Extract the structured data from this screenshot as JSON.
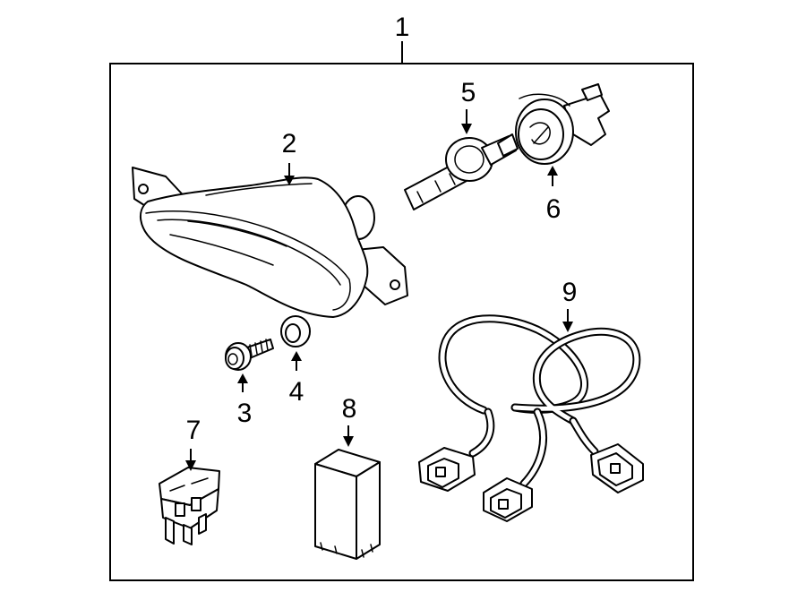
{
  "callouts": {
    "assembly": "1",
    "fog_lamp_housing": "2",
    "screw": "3",
    "grommet": "4",
    "bulb": "5",
    "socket": "6",
    "fuse": "7",
    "relay": "8",
    "wire_harness": "9"
  },
  "colors": {
    "line": "#000000",
    "background": "#ffffff"
  }
}
